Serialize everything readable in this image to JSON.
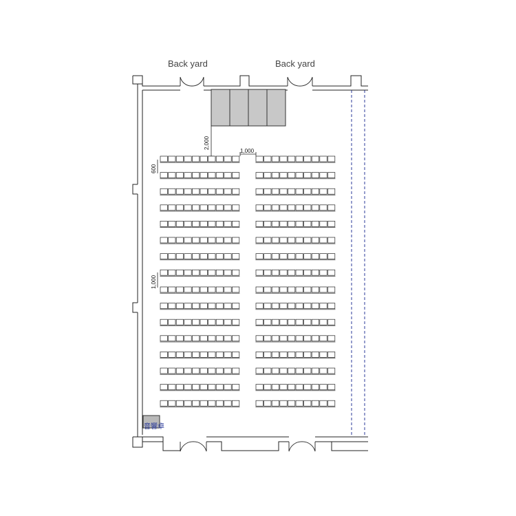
{
  "labels": {
    "back_yard_left": "Back yard",
    "back_yard_right": "Back yard",
    "console": "音響卓"
  },
  "dimensions": {
    "stage_to_seats": "2,000",
    "center_aisle": "1,000",
    "row_pitch": "600",
    "cross_aisle": "1,000"
  },
  "seating": {
    "rows_upper": 8,
    "rows_lower": 8,
    "seats_per_block": 10,
    "blocks_per_row": 2
  },
  "stage": {
    "panels": 4
  },
  "colors": {
    "accent": "#2a3a9a",
    "stage": "#c8c8c8",
    "wall": "#222222"
  }
}
